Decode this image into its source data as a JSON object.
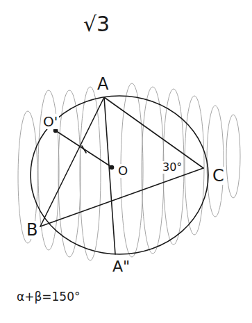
{
  "diagram": {
    "labels": [
      "√3",
      "A",
      "O'",
      "O",
      "30°",
      "B",
      "C",
      "A\"",
      "α+β=150°"
    ]
  }
}
